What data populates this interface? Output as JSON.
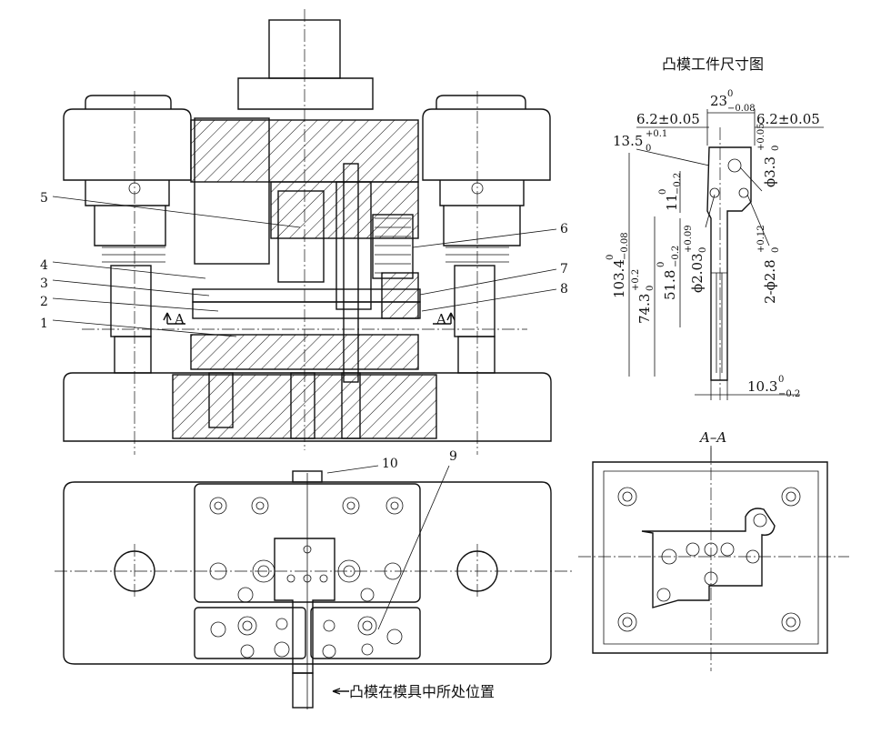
{
  "title": "凸模工件尺寸图",
  "position_note": "凸模在模具中所处位置",
  "section_label": "A–A",
  "section_mark": "A",
  "part_numbers": [
    "1",
    "2",
    "3",
    "4",
    "5",
    "6",
    "7",
    "8",
    "9",
    "10"
  ],
  "dimensions": {
    "width_23": "23",
    "width_23_tol_upper": "0",
    "width_23_tol_lower": "−0.08",
    "left_62": "6.2±0.05",
    "right_62": "6.2±0.05",
    "d_135": "13.5",
    "d_135_tol_upper": "+0.1",
    "d_135_tol_lower": "0",
    "d_11": "11",
    "d_11_tol_upper": "0",
    "d_11_tol_lower": "−0.2",
    "d_1034": "103.4",
    "d_1034_tol_upper": "0",
    "d_1034_tol_lower": "−0.08",
    "d_743": "74.3",
    "d_743_tol_upper": "+0.2",
    "d_743_tol_lower": "0",
    "d_518": "51.8",
    "d_518_tol_upper": "0",
    "d_518_tol_lower": "−0.2",
    "d_203": "ϕ2.03",
    "d_203_tol_upper": "+0.09",
    "d_203_tol_lower": "0",
    "d_33": "ϕ3.3",
    "d_33_tol_upper": "+0.05",
    "d_33_tol_lower": "0",
    "d_28": "2-ϕ2.8",
    "d_28_tol_upper": "+0.12",
    "d_28_tol_lower": "0",
    "d_103": "10.3",
    "d_103_tol_upper": "0",
    "d_103_tol_lower": "−0.2"
  }
}
